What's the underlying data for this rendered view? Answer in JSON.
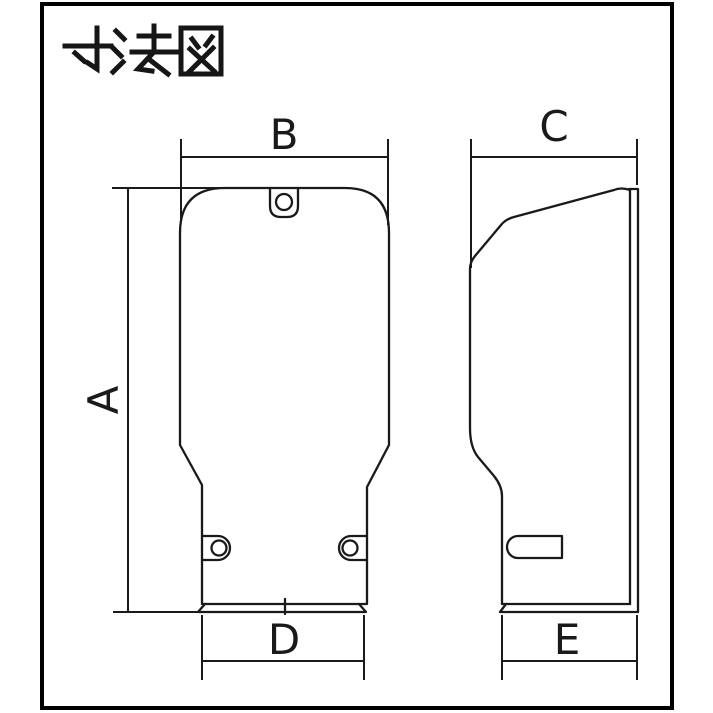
{
  "title": "寸法図",
  "colors": {
    "background": "#ffffff",
    "line": "#1a1a1a",
    "frame": "#000000"
  },
  "dimensions": {
    "front_view": {
      "height": "A",
      "width_top": "B",
      "width_bottom": "D"
    },
    "side_view": {
      "depth_top": "C",
      "depth_bottom": "E"
    }
  }
}
